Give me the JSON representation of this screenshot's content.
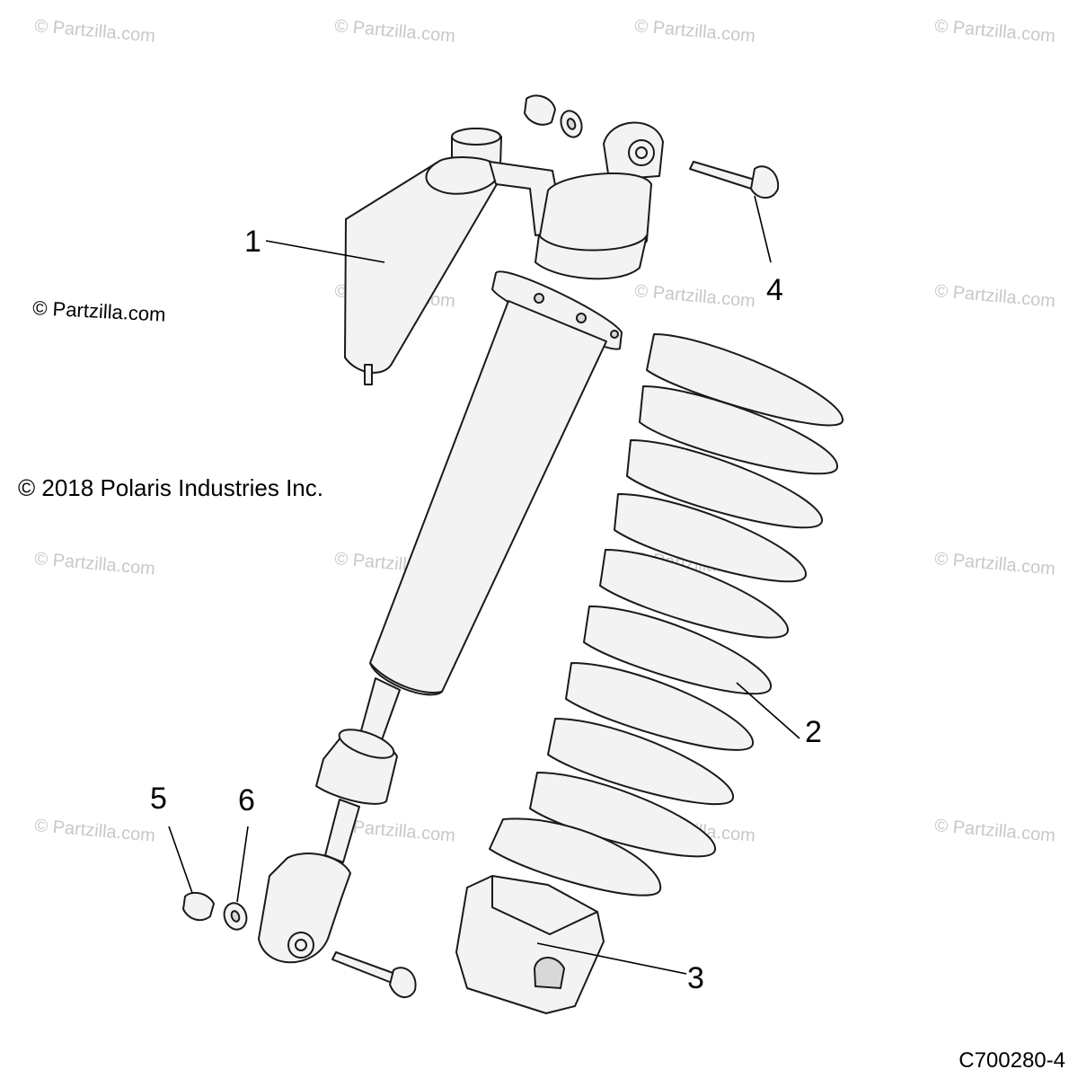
{
  "watermark_text": "© Partzilla.com",
  "site_credit": "© Partzilla.com",
  "copyright": "© 2018 Polaris Industries Inc.",
  "drawing_number": "C700280-4",
  "callouts": [
    {
      "label": "1",
      "part": "reservoir-shock-body"
    },
    {
      "label": "2",
      "part": "coil-spring"
    },
    {
      "label": "3",
      "part": "spring-retainer"
    },
    {
      "label": "4",
      "part": "mounting-bolt"
    },
    {
      "label": "5",
      "part": "nut"
    },
    {
      "label": "6",
      "part": "washer"
    }
  ]
}
